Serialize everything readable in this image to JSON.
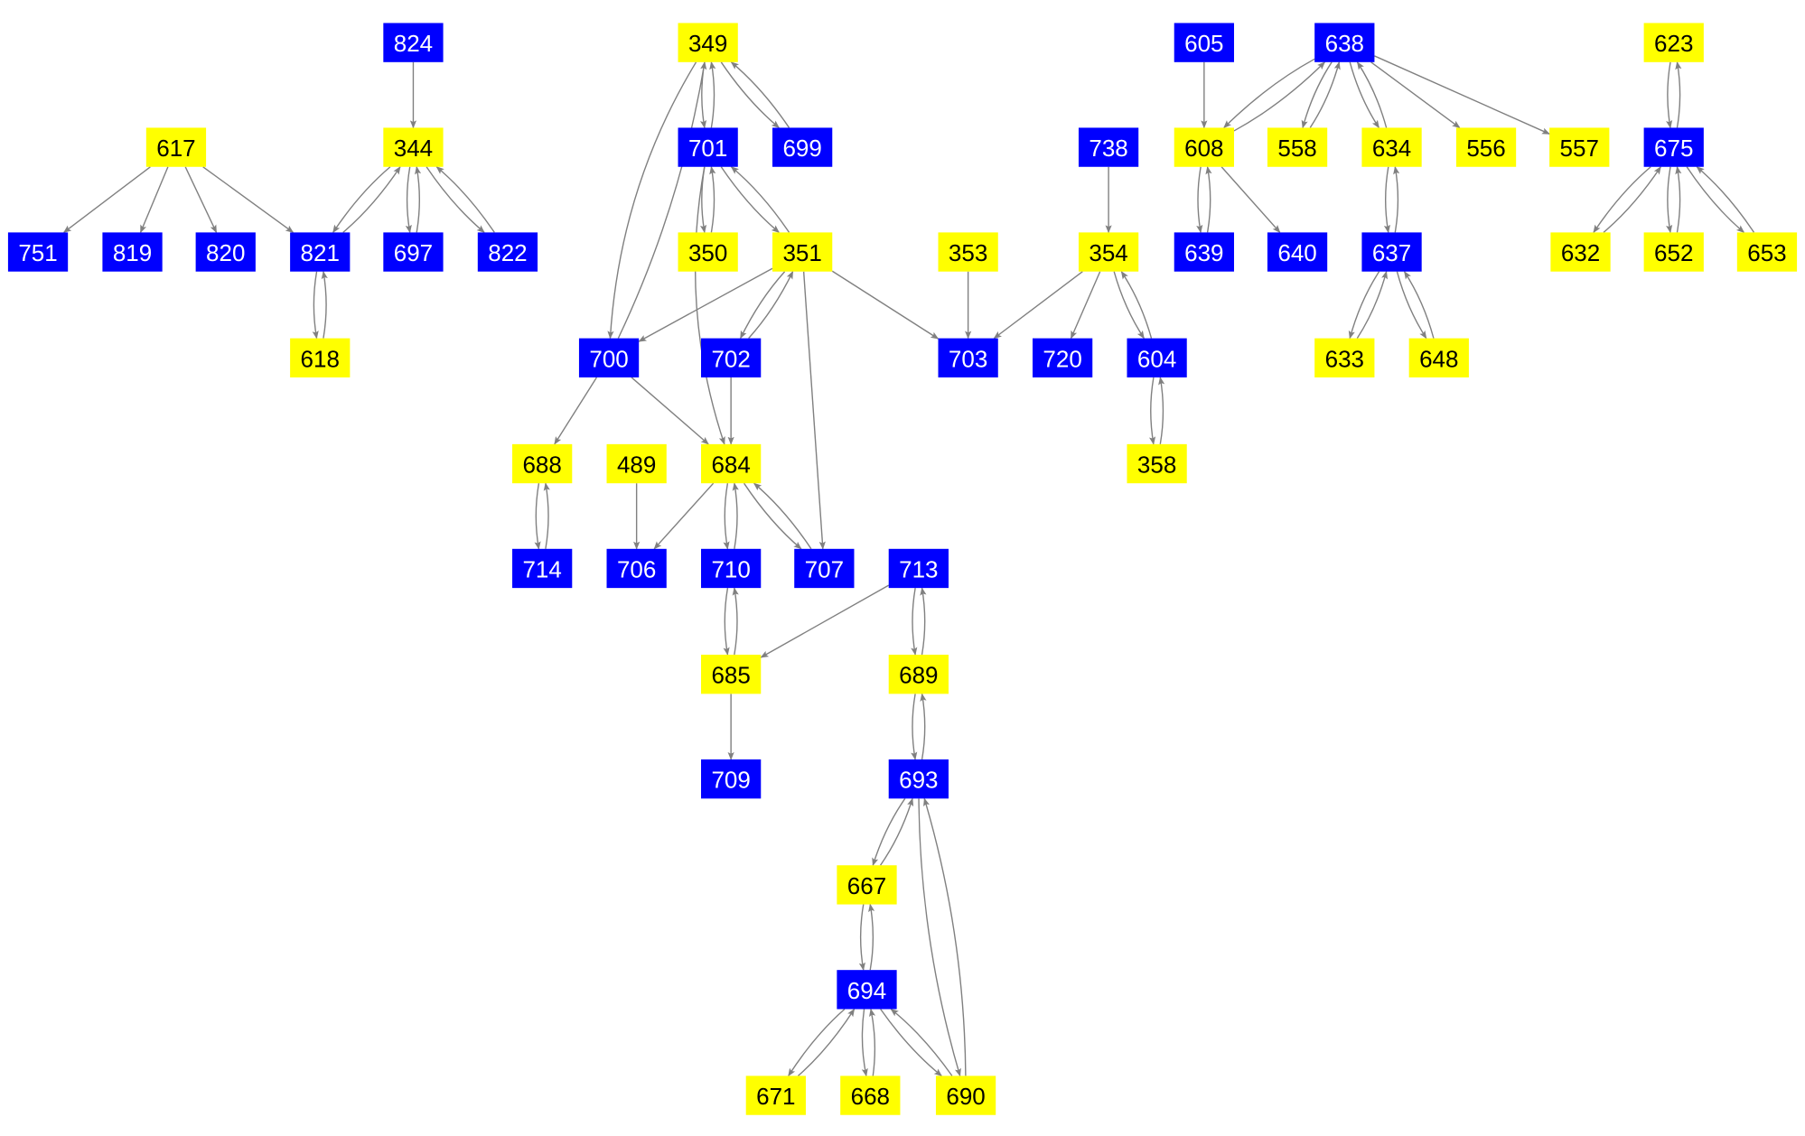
{
  "colors": {
    "blue": "#0000ff",
    "yellow": "#ffff00",
    "edge": "#808080",
    "blue_text": "#ffffff",
    "yellow_text": "#000000"
  },
  "nodes": [
    {
      "id": "824",
      "type": "blue"
    },
    {
      "id": "617",
      "type": "yellow"
    },
    {
      "id": "344",
      "type": "yellow"
    },
    {
      "id": "751",
      "type": "blue"
    },
    {
      "id": "819",
      "type": "blue"
    },
    {
      "id": "820",
      "type": "blue"
    },
    {
      "id": "821",
      "type": "blue"
    },
    {
      "id": "697",
      "type": "blue"
    },
    {
      "id": "822",
      "type": "blue"
    },
    {
      "id": "618",
      "type": "yellow"
    },
    {
      "id": "349",
      "type": "yellow"
    },
    {
      "id": "701",
      "type": "blue"
    },
    {
      "id": "699",
      "type": "blue"
    },
    {
      "id": "350",
      "type": "yellow"
    },
    {
      "id": "351",
      "type": "yellow"
    },
    {
      "id": "700",
      "type": "blue"
    },
    {
      "id": "702",
      "type": "blue"
    },
    {
      "id": "703",
      "type": "blue"
    },
    {
      "id": "353",
      "type": "yellow"
    },
    {
      "id": "605",
      "type": "blue"
    },
    {
      "id": "638",
      "type": "blue"
    },
    {
      "id": "623",
      "type": "yellow"
    },
    {
      "id": "738",
      "type": "blue"
    },
    {
      "id": "608",
      "type": "yellow"
    },
    {
      "id": "558",
      "type": "yellow"
    },
    {
      "id": "634",
      "type": "yellow"
    },
    {
      "id": "556",
      "type": "yellow"
    },
    {
      "id": "557",
      "type": "yellow"
    },
    {
      "id": "675",
      "type": "blue"
    },
    {
      "id": "354",
      "type": "yellow"
    },
    {
      "id": "639",
      "type": "blue"
    },
    {
      "id": "640",
      "type": "blue"
    },
    {
      "id": "637",
      "type": "blue"
    },
    {
      "id": "632",
      "type": "yellow"
    },
    {
      "id": "652",
      "type": "yellow"
    },
    {
      "id": "653",
      "type": "yellow"
    },
    {
      "id": "720",
      "type": "blue"
    },
    {
      "id": "604",
      "type": "blue"
    },
    {
      "id": "633",
      "type": "yellow"
    },
    {
      "id": "648",
      "type": "yellow"
    },
    {
      "id": "358",
      "type": "yellow"
    },
    {
      "id": "688",
      "type": "yellow"
    },
    {
      "id": "489",
      "type": "yellow"
    },
    {
      "id": "684",
      "type": "yellow"
    },
    {
      "id": "714",
      "type": "blue"
    },
    {
      "id": "706",
      "type": "blue"
    },
    {
      "id": "710",
      "type": "blue"
    },
    {
      "id": "707",
      "type": "blue"
    },
    {
      "id": "713",
      "type": "blue"
    },
    {
      "id": "685",
      "type": "yellow"
    },
    {
      "id": "689",
      "type": "yellow"
    },
    {
      "id": "709",
      "type": "blue"
    },
    {
      "id": "693",
      "type": "blue"
    },
    {
      "id": "667",
      "type": "yellow"
    },
    {
      "id": "694",
      "type": "blue"
    },
    {
      "id": "671",
      "type": "yellow"
    },
    {
      "id": "668",
      "type": "yellow"
    },
    {
      "id": "690",
      "type": "yellow"
    }
  ],
  "edges": [
    [
      "824",
      "344"
    ],
    [
      "617",
      "751"
    ],
    [
      "617",
      "819"
    ],
    [
      "617",
      "820"
    ],
    [
      "617",
      "821"
    ],
    [
      "344",
      "821"
    ],
    [
      "821",
      "344"
    ],
    [
      "344",
      "697"
    ],
    [
      "697",
      "344"
    ],
    [
      "344",
      "822"
    ],
    [
      "822",
      "344"
    ],
    [
      "821",
      "618"
    ],
    [
      "618",
      "821"
    ],
    [
      "349",
      "700"
    ],
    [
      "700",
      "349"
    ],
    [
      "349",
      "701"
    ],
    [
      "701",
      "349"
    ],
    [
      "349",
      "699"
    ],
    [
      "699",
      "349"
    ],
    [
      "701",
      "350"
    ],
    [
      "350",
      "701"
    ],
    [
      "701",
      "351"
    ],
    [
      "351",
      "701"
    ],
    [
      "701",
      "684"
    ],
    [
      "351",
      "700"
    ],
    [
      "351",
      "702"
    ],
    [
      "702",
      "351"
    ],
    [
      "351",
      "707"
    ],
    [
      "351",
      "703"
    ],
    [
      "353",
      "703"
    ],
    [
      "354",
      "703"
    ],
    [
      "354",
      "720"
    ],
    [
      "354",
      "604"
    ],
    [
      "604",
      "354"
    ],
    [
      "604",
      "358"
    ],
    [
      "358",
      "604"
    ],
    [
      "738",
      "354"
    ],
    [
      "700",
      "688"
    ],
    [
      "700",
      "684"
    ],
    [
      "702",
      "684"
    ],
    [
      "688",
      "714"
    ],
    [
      "714",
      "688"
    ],
    [
      "489",
      "706"
    ],
    [
      "684",
      "706"
    ],
    [
      "684",
      "710"
    ],
    [
      "710",
      "684"
    ],
    [
      "684",
      "707"
    ],
    [
      "707",
      "684"
    ],
    [
      "710",
      "685"
    ],
    [
      "685",
      "710"
    ],
    [
      "713",
      "685"
    ],
    [
      "713",
      "689"
    ],
    [
      "689",
      "713"
    ],
    [
      "685",
      "709"
    ],
    [
      "689",
      "693"
    ],
    [
      "693",
      "689"
    ],
    [
      "693",
      "667"
    ],
    [
      "667",
      "693"
    ],
    [
      "693",
      "690"
    ],
    [
      "690",
      "693"
    ],
    [
      "667",
      "694"
    ],
    [
      "694",
      "667"
    ],
    [
      "694",
      "671"
    ],
    [
      "671",
      "694"
    ],
    [
      "694",
      "668"
    ],
    [
      "668",
      "694"
    ],
    [
      "694",
      "690"
    ],
    [
      "690",
      "694"
    ],
    [
      "605",
      "608"
    ],
    [
      "638",
      "608"
    ],
    [
      "608",
      "638"
    ],
    [
      "638",
      "558"
    ],
    [
      "558",
      "638"
    ],
    [
      "638",
      "634"
    ],
    [
      "634",
      "638"
    ],
    [
      "638",
      "556"
    ],
    [
      "638",
      "557"
    ],
    [
      "608",
      "639"
    ],
    [
      "639",
      "608"
    ],
    [
      "608",
      "640"
    ],
    [
      "634",
      "637"
    ],
    [
      "637",
      "634"
    ],
    [
      "637",
      "633"
    ],
    [
      "633",
      "637"
    ],
    [
      "637",
      "648"
    ],
    [
      "648",
      "637"
    ],
    [
      "623",
      "675"
    ],
    [
      "675",
      "623"
    ],
    [
      "675",
      "632"
    ],
    [
      "632",
      "675"
    ],
    [
      "675",
      "652"
    ],
    [
      "652",
      "675"
    ],
    [
      "675",
      "653"
    ],
    [
      "653",
      "675"
    ]
  ]
}
